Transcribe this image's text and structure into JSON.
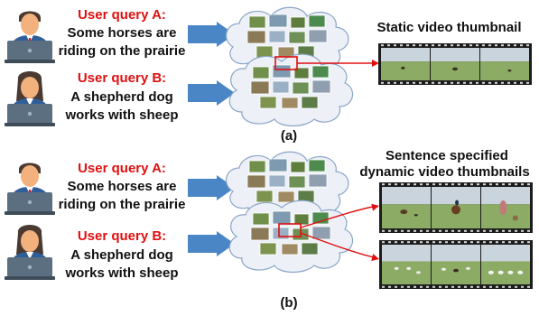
{
  "colors": {
    "accent_red": "#e01010",
    "arrow_blue": "#4a86c6",
    "cloud_fill": "#edf1f7",
    "cloud_stroke": "#8aa4c8",
    "skin": "#f2b17d",
    "shirt": "#2f5f9a",
    "laptop": "#5c6f80",
    "field_green": "#8cab64",
    "sky_grey": "#c9d4dd"
  },
  "panels": [
    {
      "label": "(a)",
      "queries": [
        {
          "label": "User query A:",
          "text_lines": [
            "Some horses are",
            "riding on the prairie"
          ],
          "icon": "man-user-icon"
        },
        {
          "label": "User query B:",
          "text_lines": [
            "A shepherd dog",
            "works with sheep"
          ],
          "icon": "woman-user-icon"
        }
      ],
      "thumbnail_caption_lines": [
        "Static video thumbnail"
      ]
    },
    {
      "label": "(b)",
      "queries": [
        {
          "label": "User query A:",
          "text_lines": [
            "Some horses are",
            "riding on the prairie"
          ],
          "icon": "man-user-icon"
        },
        {
          "label": "User query B:",
          "text_lines": [
            "A shepherd dog",
            "works with sheep"
          ],
          "icon": "woman-user-icon"
        }
      ],
      "thumbnail_caption_lines": [
        "Sentence specified",
        "dynamic video thumbnails"
      ]
    }
  ]
}
